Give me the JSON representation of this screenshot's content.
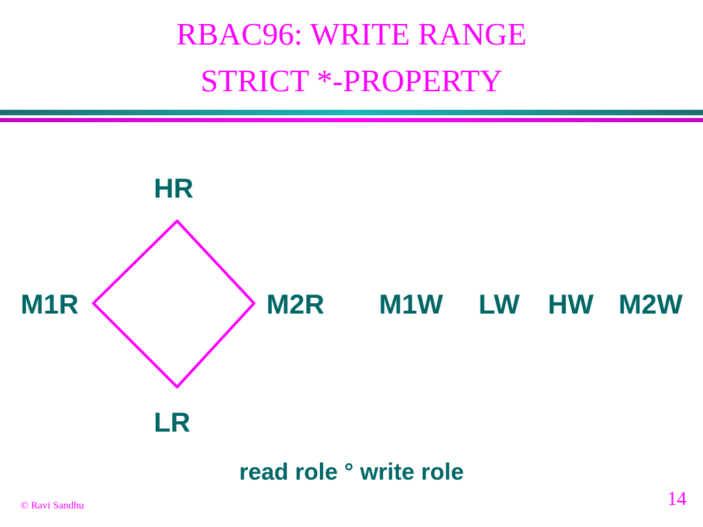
{
  "slide": {
    "title_line_1": "RBAC96: WRITE RANGE",
    "title_line_2": "STRICT *-PROPERTY",
    "caption": "read role ° write role",
    "footer_copyright": "© Ravi Sandhu",
    "page_number": "14"
  },
  "lattice": {
    "top": "HR",
    "left": "M1R",
    "right": "M2R",
    "bottom": "LR",
    "edge_color": "#ff00ff"
  },
  "write_roles": [
    "M1W",
    "LW",
    "HW",
    "M2W"
  ],
  "colors": {
    "title": "#ff00ff",
    "labels": "#006666",
    "rule_teal": "#17b9b9",
    "rule_magenta": "#ff00ff"
  }
}
